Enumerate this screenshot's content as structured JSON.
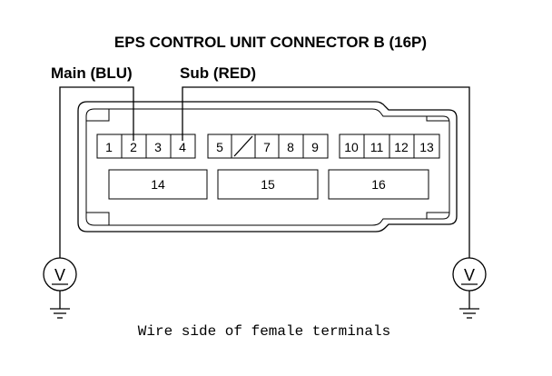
{
  "title": "EPS CONTROL UNIT CONNECTOR B (16P)",
  "probe_main_label": "Main (BLU)",
  "probe_sub_label": "Sub (RED)",
  "caption": "Wire side of female terminals",
  "pins_top": [
    "1",
    "2",
    "3",
    "4",
    "5",
    "7",
    "8",
    "9",
    "10",
    "11",
    "12",
    "13"
  ],
  "pins_large": [
    "14",
    "15",
    "16"
  ],
  "voltmeter_symbol": "V"
}
